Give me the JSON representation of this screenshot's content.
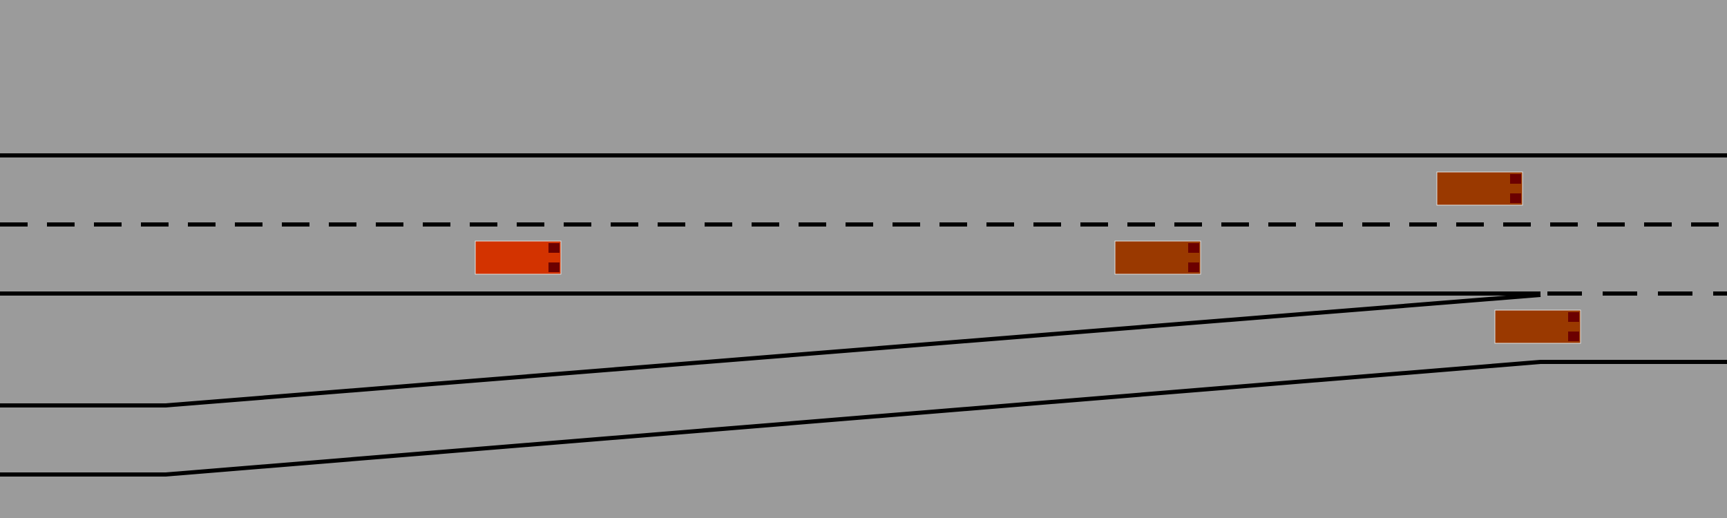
{
  "colors": {
    "background": "#9b9b9b",
    "road_line": "#000000",
    "ego_vehicle": "#d33300",
    "other_vehicle": "#9a3900",
    "taillight": "#6c0000",
    "vehicle_outline": "#e0e0e0"
  },
  "vehicles": [
    {
      "role": "ego",
      "lane": "main-lane-2",
      "heading": "right"
    },
    {
      "role": "traffic",
      "lane": "main-lane-2",
      "heading": "right"
    },
    {
      "role": "traffic",
      "lane": "main-lane-1",
      "heading": "right"
    },
    {
      "role": "traffic",
      "lane": "merge-lane",
      "heading": "right"
    }
  ]
}
